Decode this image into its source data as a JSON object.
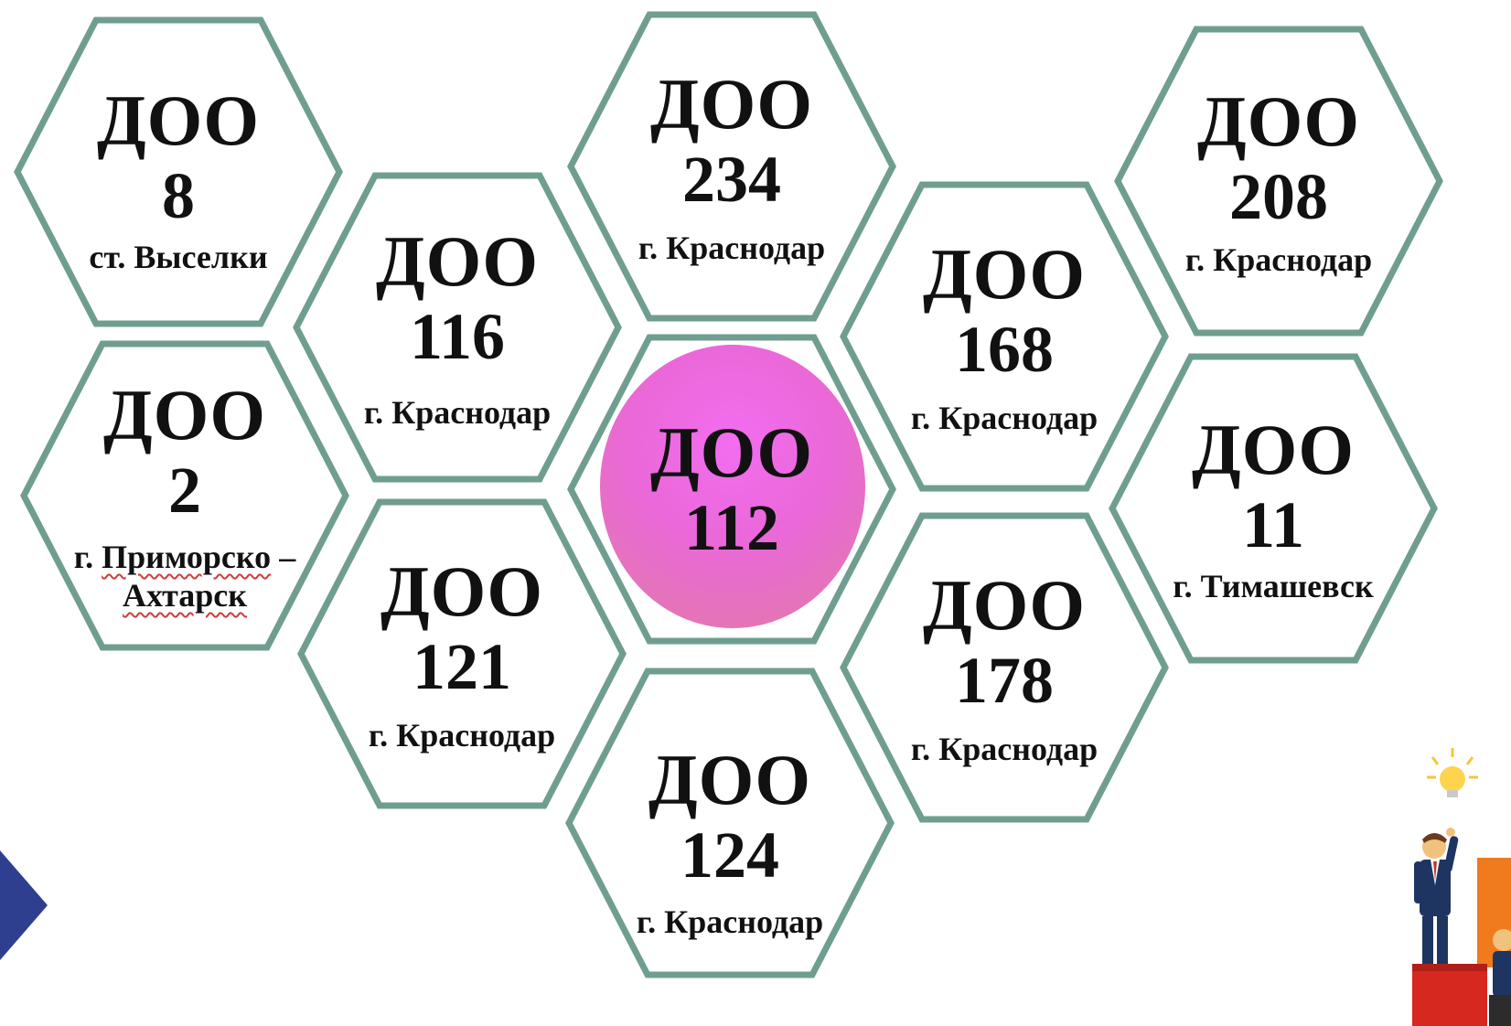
{
  "hexagons": [
    {
      "label": "ДОО",
      "number": "8",
      "city": "ст.  Выселки"
    },
    {
      "label": "ДОО",
      "number": "116",
      "city": "г. Краснодар"
    },
    {
      "label": "ДОО",
      "number": "234",
      "city": "г. Краснодар"
    },
    {
      "label": "ДОО",
      "number": "168",
      "city": "г. Краснодар"
    },
    {
      "label": "ДОО",
      "number": "208",
      "city": "г. Краснодар"
    },
    {
      "label": "ДОО",
      "number": "2",
      "city_line1_prefix": "г. ",
      "city_line1_word": "Приморско",
      "city_line1_suffix": " –",
      "city_line2": "Ахтарск"
    },
    {
      "label": "ДОО",
      "number": "112",
      "city": ""
    },
    {
      "label": "ДОО",
      "number": "11",
      "city": "г. Тимашевск"
    },
    {
      "label": "ДОО",
      "number": "121",
      "city": "г. Краснодар"
    },
    {
      "label": "ДОО",
      "number": "178",
      "city": "г. Краснодар"
    },
    {
      "label": "ДОО",
      "number": "124",
      "city": "г. Краснодар"
    }
  ],
  "colors": {
    "hex_border": "#6f9e91",
    "hex_fill": "#ffffff",
    "featured_circle_top": "#f36df0",
    "featured_circle_bottom": "#e07ca3",
    "arrow": "#2e3f8f"
  },
  "icons": {
    "arrow": "play-arrow-icon",
    "figure": "businessman-lightbulb-icon"
  }
}
